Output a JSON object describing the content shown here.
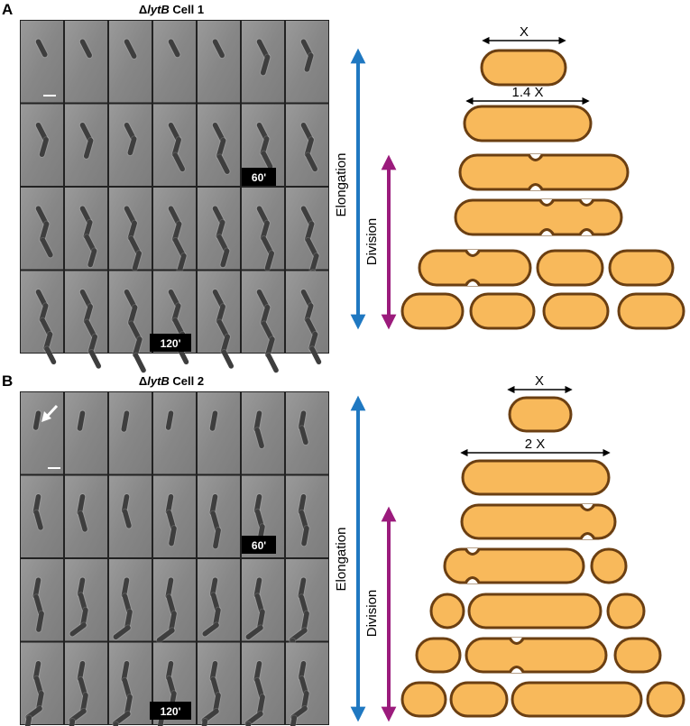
{
  "panels": [
    {
      "letter": "A",
      "title_prefix": "Δ",
      "title_gene": "lytB",
      "title_suffix": " Cell 1",
      "timestamps": [
        "60'",
        "120'"
      ],
      "measure_labels": [
        "X",
        "1.4 X"
      ],
      "elongation_label": "Elongation",
      "division_label": "Division"
    },
    {
      "letter": "B",
      "title_prefix": "Δ",
      "title_gene": "lytB",
      "title_suffix": " Cell 2",
      "timestamps": [
        "60'",
        "120'"
      ],
      "measure_labels": [
        "X",
        "2 X"
      ],
      "elongation_label": "Elongation",
      "division_label": "Division"
    }
  ],
  "colors": {
    "cell_fill": "#f8b95b",
    "cell_stroke": "#6b3f12",
    "elongation_arrow": "#1f78c1",
    "division_arrow": "#9b1b7c",
    "micrograph_bg": "#8c8c8c",
    "bacterium": "#1a1a1a"
  }
}
